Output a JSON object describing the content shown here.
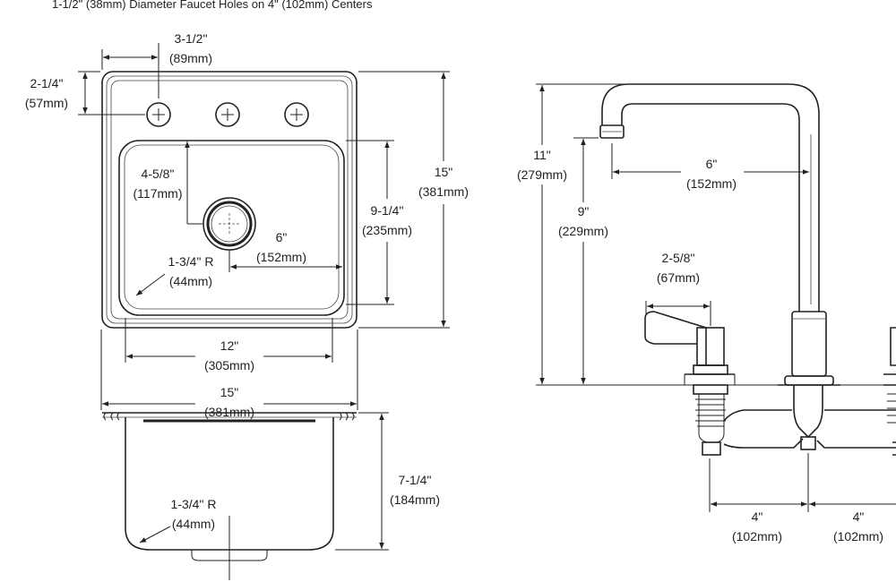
{
  "header_note": "1-1/2\" (38mm) Diameter Faucet Holes on 4\" (102mm) Centers",
  "sink_top": {
    "hole_offset_a": "3-1/2\"",
    "hole_offset_b": "(89mm)",
    "hole_depth_a": "2-1/4\"",
    "hole_depth_b": "(57mm)",
    "overall_depth_a": "15\"",
    "overall_depth_b": "(381mm)",
    "drain_depth_a": "4-5/8\"",
    "drain_depth_b": "(117mm)",
    "bowl_depth_a": "9-1/4\"",
    "bowl_depth_b": "(235mm)",
    "drain_offset_a": "6\"",
    "drain_offset_b": "(152mm)",
    "corner_radius_a": "1-3/4\" R",
    "corner_radius_b": "(44mm)",
    "bowl_width_a": "12\"",
    "bowl_width_b": "(305mm)",
    "overall_width_a": "15\"",
    "overall_width_b": "(381mm)"
  },
  "sink_side": {
    "bowl_height_a": "7-1/4\"",
    "bowl_height_b": "(184mm)",
    "corner_radius_a": "1-3/4\" R",
    "corner_radius_b": "(44mm)"
  },
  "faucet": {
    "height_a": "11\"",
    "height_b": "(279mm)",
    "spout_height_a": "9\"",
    "spout_height_b": "(229mm)",
    "reach_a": "6\"",
    "reach_b": "(152mm)",
    "handle_a": "2-5/8\"",
    "handle_b": "(67mm)",
    "center_left_a": "4\"",
    "center_left_b": "(102mm)",
    "center_right_a": "4\"",
    "center_right_b": "(102mm)"
  }
}
